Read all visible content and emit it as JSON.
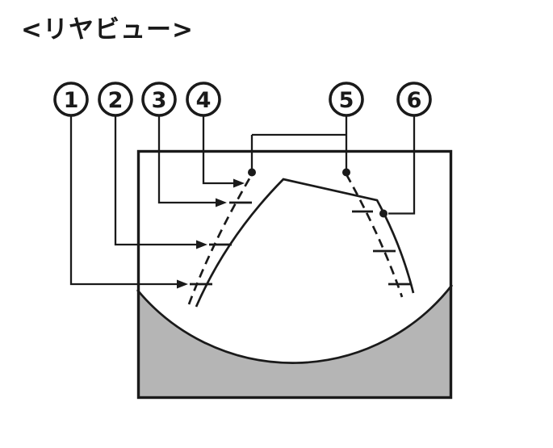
{
  "title": "<リヤビュー>",
  "callouts": [
    {
      "label": "1"
    },
    {
      "label": "2"
    },
    {
      "label": "3"
    },
    {
      "label": "4"
    },
    {
      "label": "5"
    },
    {
      "label": "6"
    }
  ],
  "colors": {
    "line": "#1a1a1a",
    "bumper_fill": "#b5b5b5",
    "background": "#ffffff"
  }
}
